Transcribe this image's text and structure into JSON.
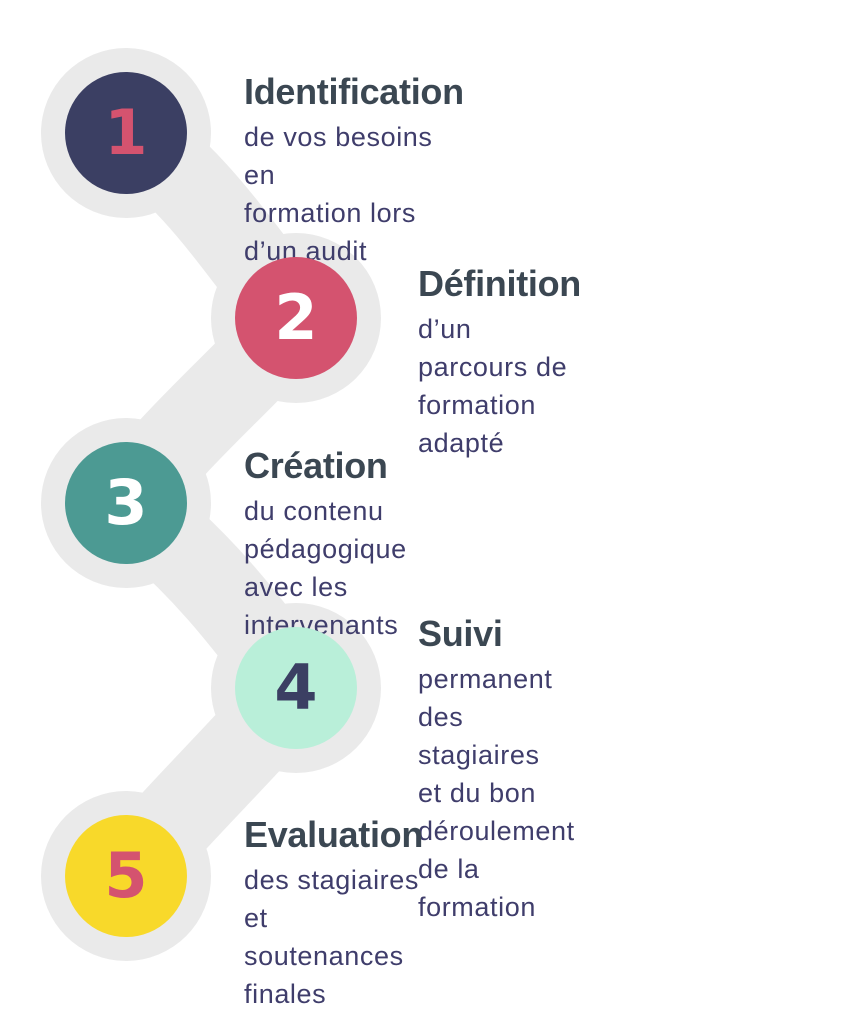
{
  "colors": {
    "connector": "#eaeaea",
    "heading": "#3b4752",
    "body_text": "#3f3d6b"
  },
  "steps": [
    {
      "number": "1",
      "title": "Identification",
      "lines": [
        "de vos besoins en",
        "formation lors d’un audit"
      ],
      "circle_color": "#3b3f63",
      "number_color": "#d4536f"
    },
    {
      "number": "2",
      "title": "Définition",
      "lines": [
        "d’un parcours de",
        "formation adapté"
      ],
      "circle_color": "#d4536f",
      "number_color": "#ffffff"
    },
    {
      "number": "3",
      "title": "Création",
      "lines": [
        "du contenu pédagogique",
        "avec les intervenants"
      ],
      "circle_color": "#4c9a93",
      "number_color": "#ffffff"
    },
    {
      "number": "4",
      "title": "Suivi",
      "lines": [
        "permanent des stagiaires",
        "et du bon déroulement",
        "de la formation"
      ],
      "circle_color": "#b9efd9",
      "number_color": "#3b3f63"
    },
    {
      "number": "5",
      "title": "Evaluation",
      "lines": [
        "des stagiaires",
        "et soutenances finales"
      ],
      "circle_color": "#f8d92a",
      "number_color": "#d4536f"
    }
  ]
}
